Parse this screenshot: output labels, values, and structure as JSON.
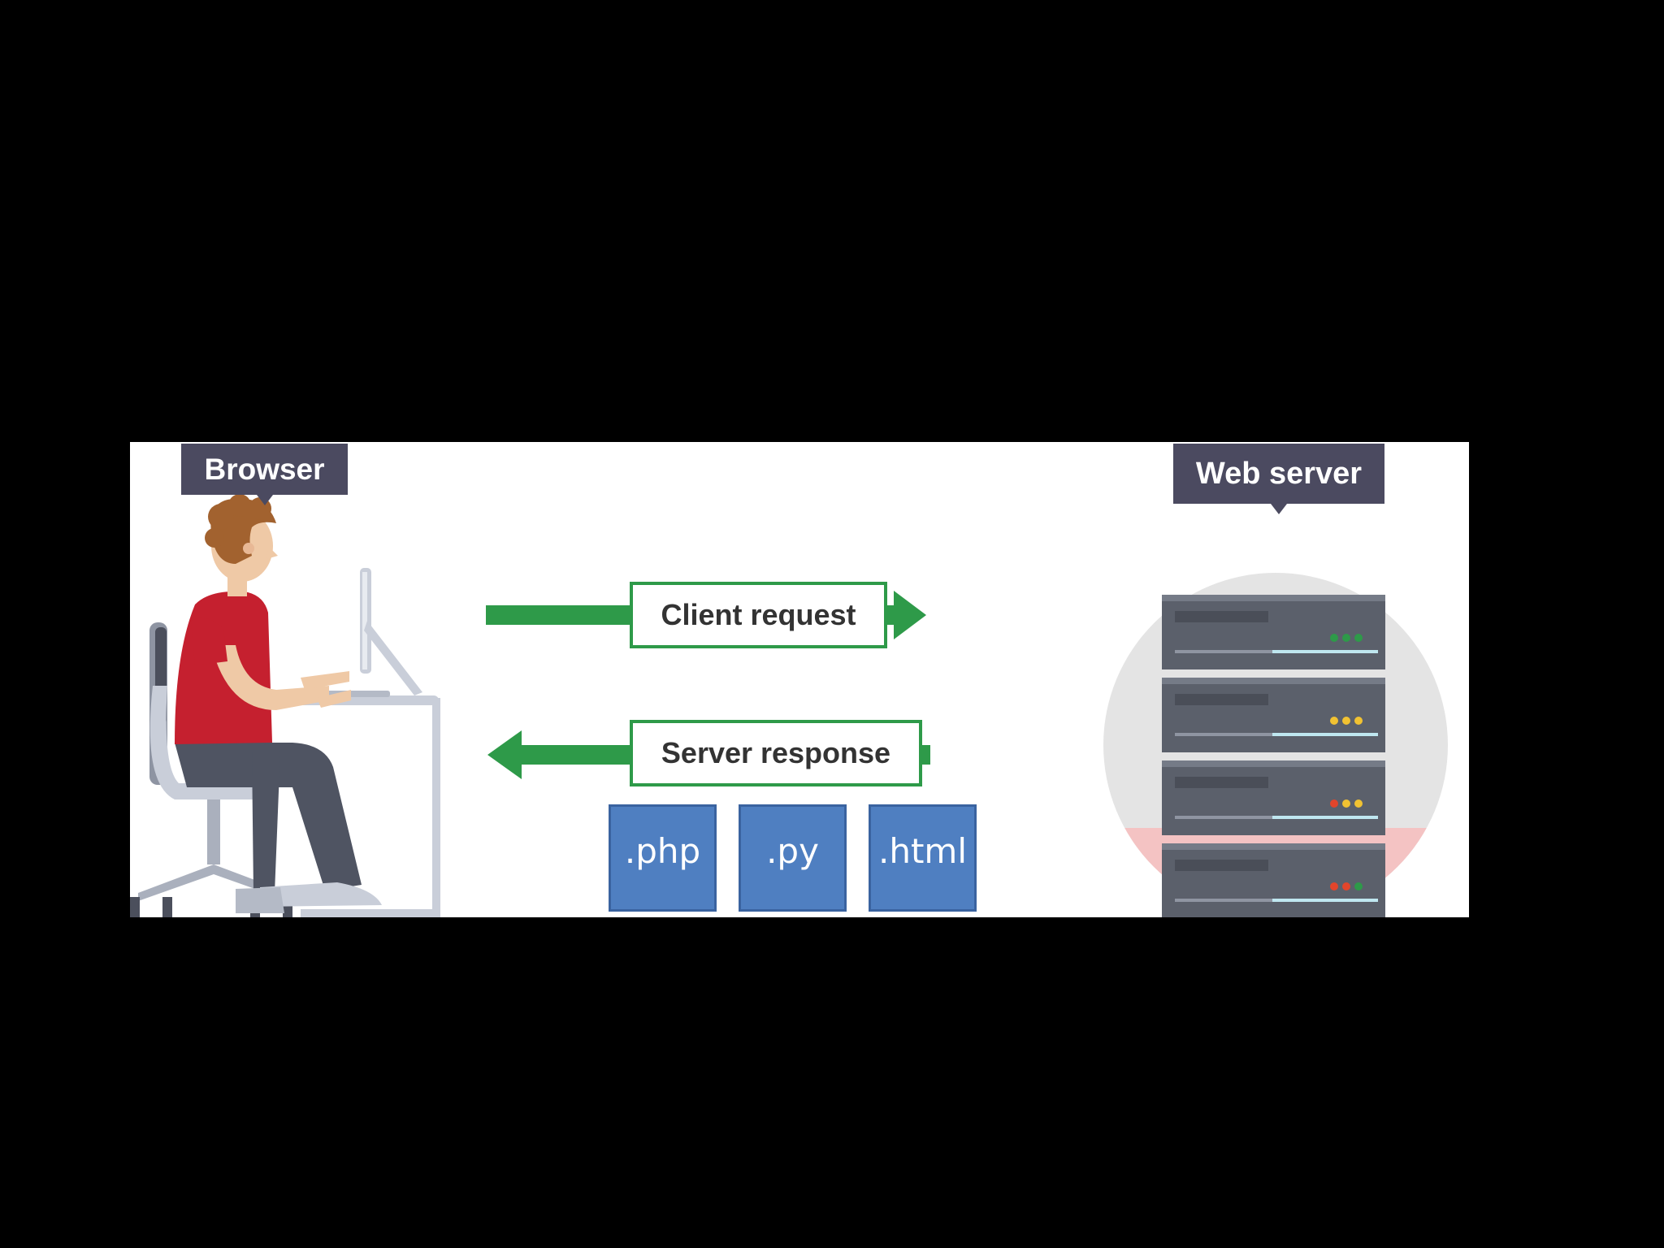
{
  "labels": {
    "browser": "Browser",
    "web_server": "Web server",
    "client_request": "Client request",
    "server_response": "Server response"
  },
  "files": [
    ".php",
    ".py",
    ".html"
  ],
  "colors": {
    "background": "#000000",
    "panel": "#ffffff",
    "callout": "#4b4a60",
    "arrow": "#2e9a49",
    "file_box": "#4f7fc1",
    "shirt": "#c5202f",
    "server_unit": "#5b606b"
  },
  "icons": [
    "person-at-computer",
    "server-rack",
    "arrow-right",
    "arrow-left"
  ]
}
